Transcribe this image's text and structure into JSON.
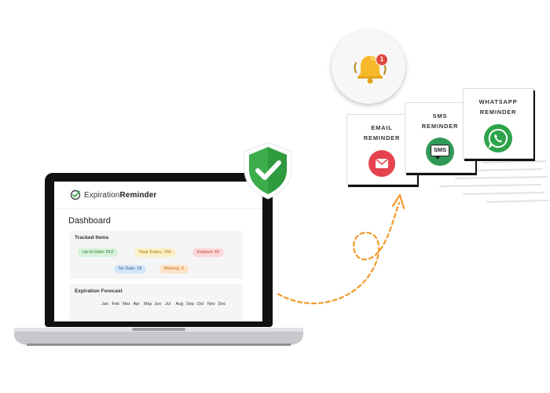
{
  "app": {
    "logo_part1": "Expiration",
    "logo_part2": "Reminder",
    "dashboard_title": "Dashboard"
  },
  "tracked": {
    "title": "Tracked Items",
    "pills": {
      "up_to_date": "Up-to-Date: 819",
      "near_expiry": "Near Expiry: 256",
      "expired": "Expired: 40",
      "no_date": "No Date: 18",
      "missing": "Missing: 9"
    }
  },
  "forecast": {
    "title": "Expiration Forecast",
    "months": [
      "Jan",
      "Feb",
      "Mar",
      "Apr",
      "May",
      "Jun",
      "Jul",
      "Aug",
      "Sep",
      "Oct",
      "Nov",
      "Dec"
    ]
  },
  "notification": {
    "badge_count": "1"
  },
  "cards": {
    "email": {
      "line1": "EMAIL",
      "line2": "REMINDER"
    },
    "sms": {
      "line1": "SMS",
      "line2": "REMINDER",
      "icon_text": "SMS"
    },
    "whatsapp": {
      "line1": "WHATSAPP",
      "line2": "REMINDER"
    }
  },
  "colors": {
    "accent_orange": "#f39a2b",
    "shield_green": "#3cad4a",
    "bell_yellow": "#f7b829",
    "badge_red": "#e24a3f",
    "email_red": "#e5424d",
    "sms_green": "#2f9a57",
    "whatsapp_green": "#2ea44a"
  }
}
